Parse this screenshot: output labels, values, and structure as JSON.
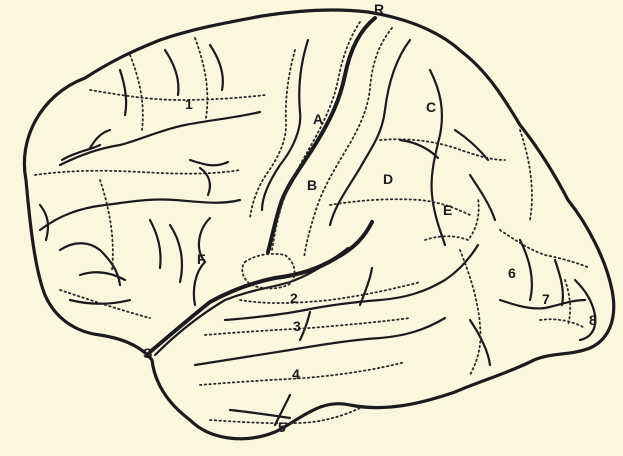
{
  "colors": {
    "paper": "#fbf7df",
    "ink": "#1b1b1b"
  },
  "labels": {
    "R": "R",
    "S": "S",
    "A": "A",
    "B": "B",
    "C": "C",
    "D": "D",
    "E": "E",
    "F": "F",
    "n1": "1",
    "n2": "2",
    "n3": "3",
    "n4": "4",
    "n5": "5",
    "n6": "6",
    "n7": "7",
    "n8": "8"
  }
}
